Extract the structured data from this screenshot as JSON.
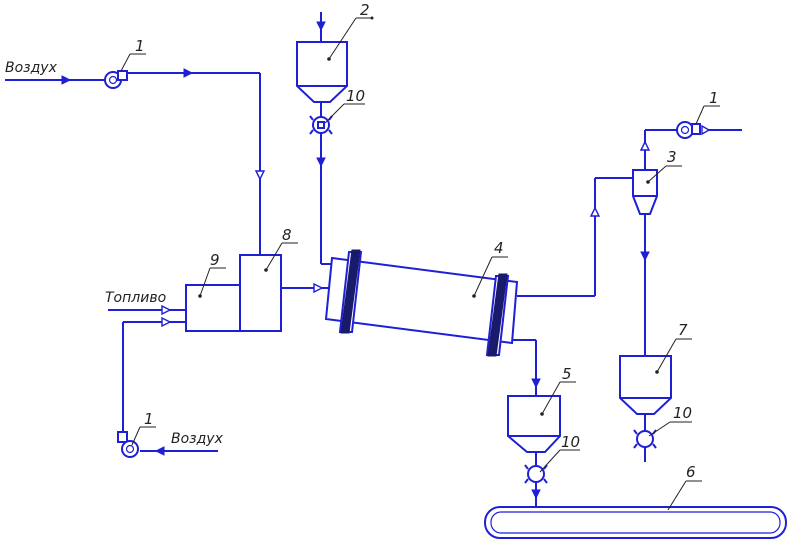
{
  "labels": {
    "air_top": "Воздух",
    "air_bottom": "Воздух",
    "fuel": "Топливо"
  },
  "numbers": {
    "fan_top_left": "1",
    "hopper_feed": "2",
    "cyclone": "3",
    "drum": "4",
    "hopper_product": "5",
    "conveyor": "6",
    "hopper_dust": "7",
    "chamber_mix": "8",
    "furnace": "9",
    "feeder_top": "10",
    "fan_top_right": "1",
    "fan_bottom": "1",
    "feeder_product": "10",
    "feeder_dust": "10"
  },
  "colors": {
    "line": "#1f1fd6",
    "drum_band": "#1a1a6a"
  }
}
